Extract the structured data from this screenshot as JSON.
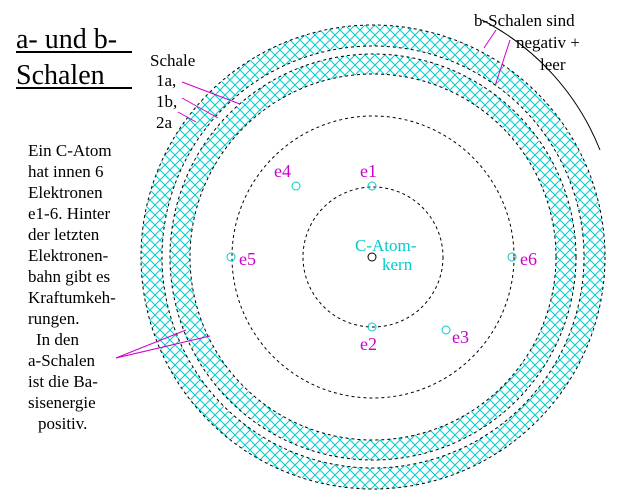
{
  "title": {
    "line1": "a- und b-",
    "line2": "Schalen"
  },
  "shell_label": {
    "lines": [
      "Schale",
      "1a,",
      "1b,",
      "2a"
    ]
  },
  "b_shells_note": {
    "lines": [
      "b-Schalen sind",
      "negativ +",
      "leer"
    ]
  },
  "description": {
    "lines": [
      "Ein C-Atom",
      "hat innen 6",
      "Elektronen",
      "e1-6. Hinter",
      "der letzten",
      "Elektronen-",
      "bahn gibt es",
      "Kraftumkeh-",
      "rungen.",
      "In den",
      "a-Schalen",
      "ist die Ba-",
      "sisenergie",
      "positiv."
    ]
  },
  "nucleus": {
    "label_lines": [
      "C-Atom-",
      "kern"
    ]
  },
  "electrons": [
    {
      "label": "e1"
    },
    {
      "label": "e2"
    },
    {
      "label": "e3"
    },
    {
      "label": "e4"
    },
    {
      "label": "e5"
    },
    {
      "label": "e6"
    }
  ],
  "colors": {
    "electron": "#cc00cc",
    "pointer": "#cc00cc",
    "hatch": "#00cccc",
    "nucleus_label": "#00cccc",
    "line": "#000000"
  }
}
